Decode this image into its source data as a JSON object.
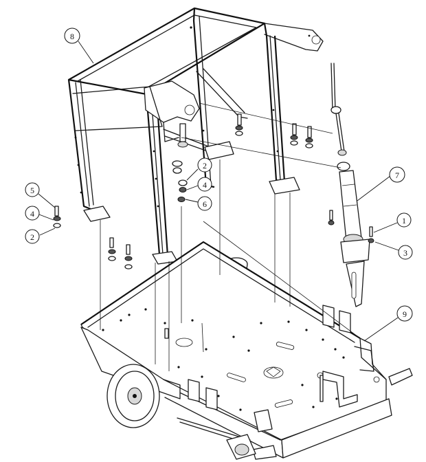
{
  "callouts": [
    {
      "id": "c8",
      "label": "8"
    },
    {
      "id": "c2a",
      "label": "2"
    },
    {
      "id": "c4a",
      "label": "4"
    },
    {
      "id": "c6",
      "label": "6"
    },
    {
      "id": "c7",
      "label": "7"
    },
    {
      "id": "c5",
      "label": "5"
    },
    {
      "id": "c4b",
      "label": "4"
    },
    {
      "id": "c2b",
      "label": "2"
    },
    {
      "id": "c1",
      "label": "1"
    },
    {
      "id": "c3",
      "label": "3"
    },
    {
      "id": "c9",
      "label": "9"
    }
  ]
}
